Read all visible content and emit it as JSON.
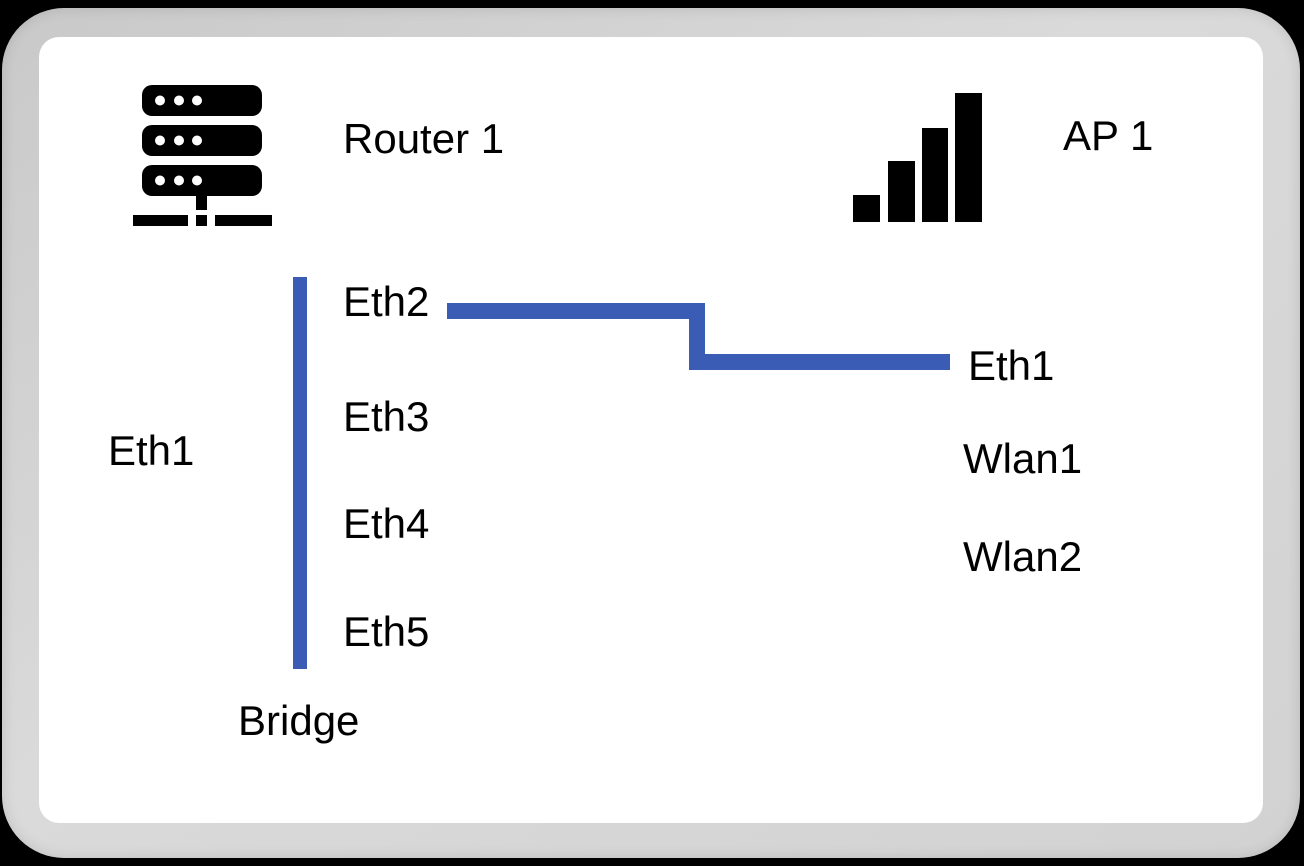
{
  "diagram": {
    "router": {
      "title": "Router 1",
      "ports": {
        "eth1": "Eth1",
        "eth2": "Eth2",
        "eth3": "Eth3",
        "eth4": "Eth4",
        "eth5": "Eth5"
      },
      "bridge_label": "Bridge"
    },
    "ap": {
      "title": "AP 1",
      "ports": {
        "eth1": "Eth1",
        "wlan1": "Wlan1",
        "wlan2": "Wlan2"
      }
    },
    "connection": {
      "from_port": "Eth2",
      "to_port": "Eth1"
    },
    "colors": {
      "link": "#3a5cb4",
      "frame": "#d4d4d4",
      "background": "#000000",
      "surface": "#ffffff",
      "ink": "#000000"
    }
  }
}
